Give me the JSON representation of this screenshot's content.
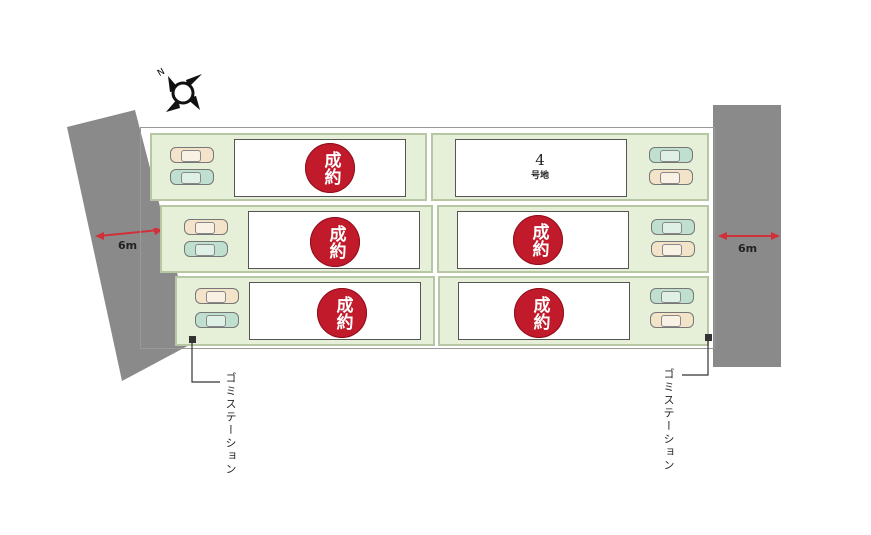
{
  "compass": {
    "label": "N",
    "icon": "compass-rose-icon"
  },
  "roads": {
    "left": {
      "width_label": "6m"
    },
    "right": {
      "width_label": "6m"
    }
  },
  "lots": [
    {
      "id": "top-left",
      "status": "成約"
    },
    {
      "id": "top-right",
      "number": "4",
      "label": "号地"
    },
    {
      "id": "middle-left",
      "status": "成約"
    },
    {
      "id": "middle-right",
      "status": "成約"
    },
    {
      "id": "bottom-left",
      "status": "成約"
    },
    {
      "id": "bottom-right",
      "status": "成約"
    }
  ],
  "garbage_station": {
    "label": "ゴミステーション"
  },
  "colors": {
    "road": "#8a8a8a",
    "lot": "#e6efd8",
    "sold": "#c11a2a",
    "arrow": "#d0303a"
  }
}
